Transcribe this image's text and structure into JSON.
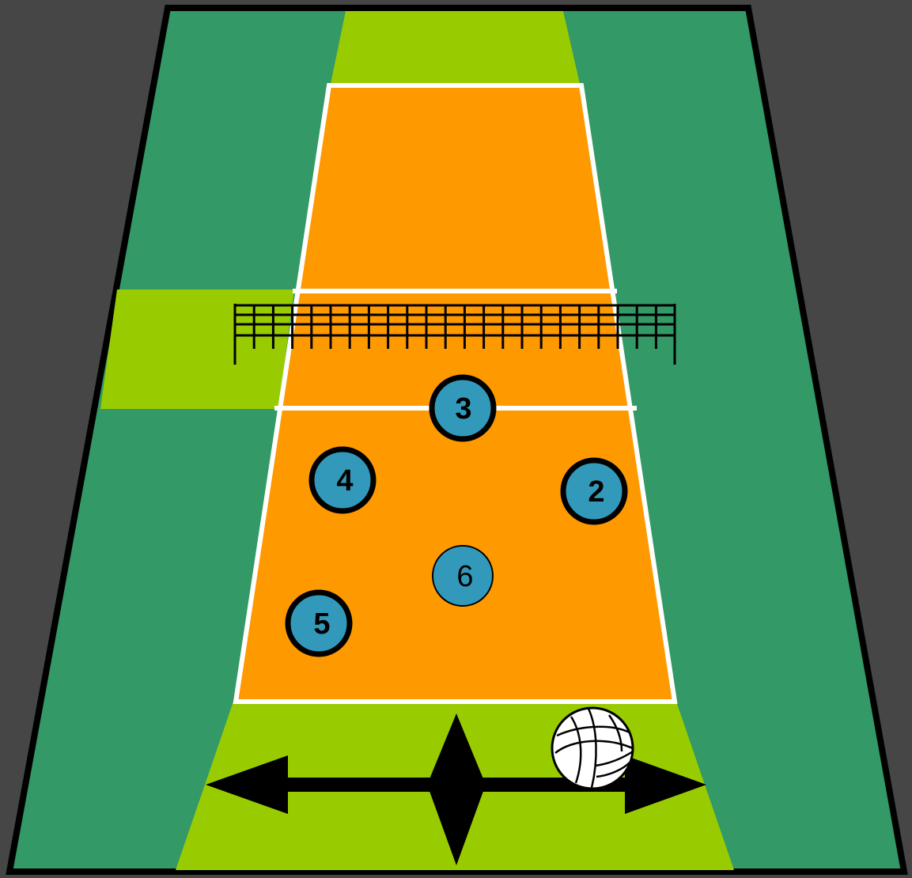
{
  "colors": {
    "background": "#464646",
    "outer_floor": "#339966",
    "free_zone": "#99cc00",
    "court": "#ff9900",
    "lines": "#ffffff",
    "outline": "#000000",
    "player_fill": "#3399bb",
    "arrow": "#000000"
  },
  "players": [
    {
      "id": "3",
      "label": "3",
      "bold": true
    },
    {
      "id": "4",
      "label": "4",
      "bold": true
    },
    {
      "id": "2",
      "label": "2",
      "bold": true
    },
    {
      "id": "6",
      "label": "6",
      "bold": false
    },
    {
      "id": "5",
      "label": "5",
      "bold": true
    }
  ],
  "icons": {
    "ball": "volleyball-icon",
    "arrow": "four-way-arrow-icon",
    "net": "net-icon"
  }
}
